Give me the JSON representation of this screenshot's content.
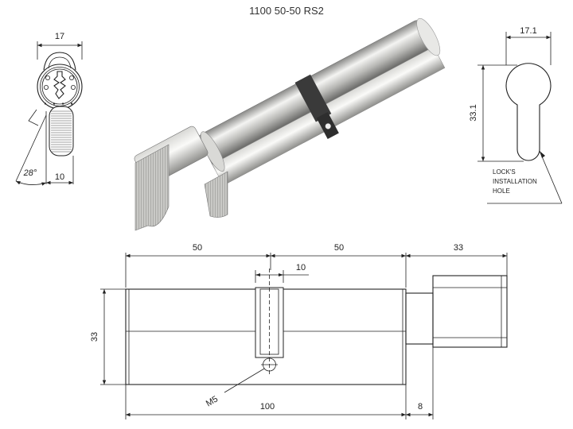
{
  "title": "1100 50-50 RS2",
  "front_view": {
    "width_label": "17",
    "angle_label": "28°",
    "cam_width_label": "10"
  },
  "profile_view": {
    "width_label": "17.1",
    "height_label": "33.1",
    "note_lines": [
      "LOCK'S",
      "INSTALLATION",
      "HOLE"
    ]
  },
  "side_view": {
    "left_length_label": "50",
    "right_length_label": "50",
    "knob_length_label": "33",
    "cam_width_label": "10",
    "height_label": "33",
    "screw_label": "M5",
    "total_length_label": "100",
    "gap_label": "8"
  }
}
